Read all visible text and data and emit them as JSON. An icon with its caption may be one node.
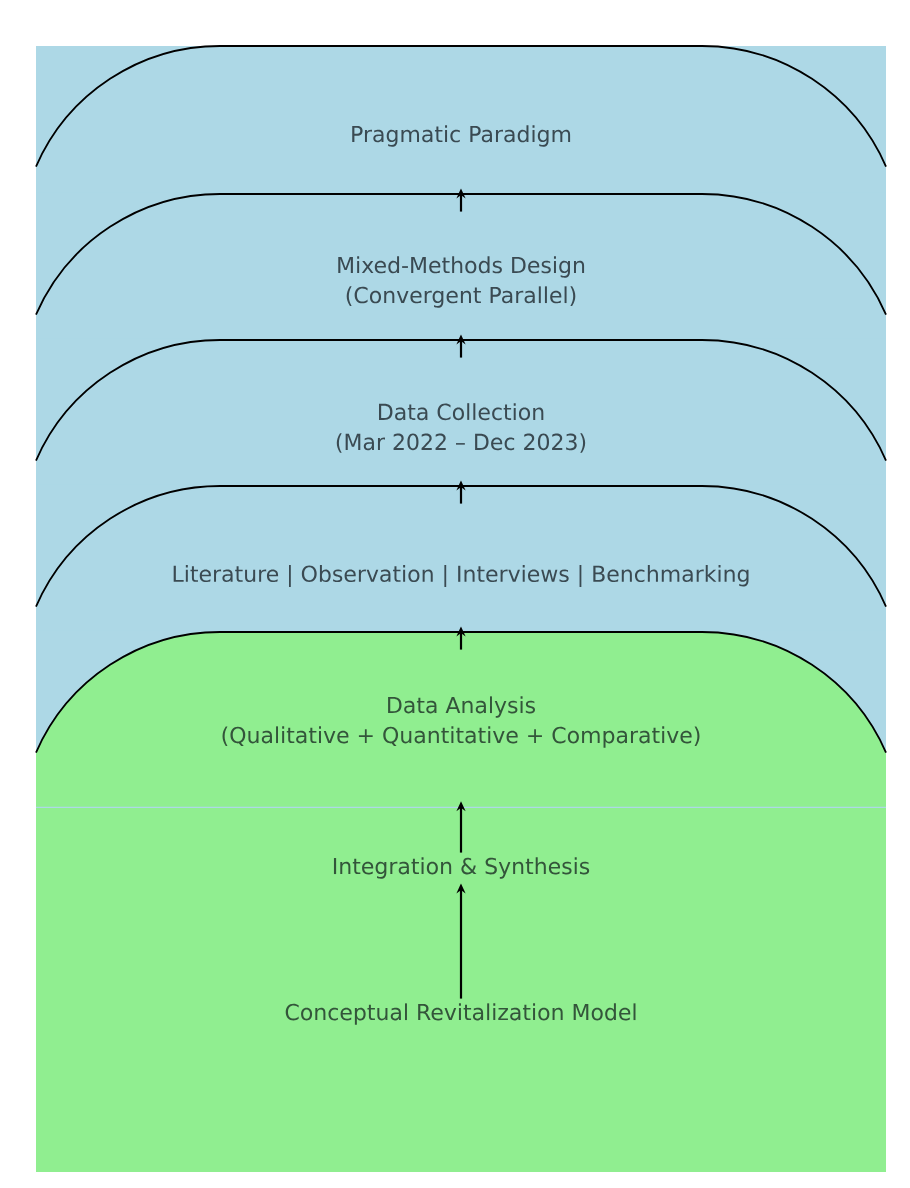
{
  "diagram": {
    "nodes": [
      {
        "text": [
          "Pragmatic Paradigm"
        ]
      },
      {
        "text": [
          "Mixed-Methods Design",
          "(Convergent Parallel)"
        ]
      },
      {
        "text": [
          "Data Collection",
          "(Mar 2022 – Dec 2023)"
        ]
      },
      {
        "text": [
          "Literature | Observation | Interviews | Benchmarking"
        ]
      },
      {
        "text": [
          "Data Analysis",
          "(Qualitative + Quantitative + Comparative)"
        ]
      },
      {
        "text": [
          "Integration & Synthesis"
        ]
      },
      {
        "text": [
          "Conceptual Revitalization Model"
        ]
      }
    ],
    "edges": [
      {
        "from": 1,
        "to": 0,
        "arrow": "to"
      },
      {
        "from": 2,
        "to": 1,
        "arrow": "to"
      },
      {
        "from": 3,
        "to": 2,
        "arrow": "to"
      },
      {
        "from": 4,
        "to": 3,
        "arrow": "to"
      },
      {
        "from": 5,
        "to": 4,
        "arrow": "to"
      },
      {
        "from": 6,
        "to": 5,
        "arrow": "to"
      }
    ]
  }
}
